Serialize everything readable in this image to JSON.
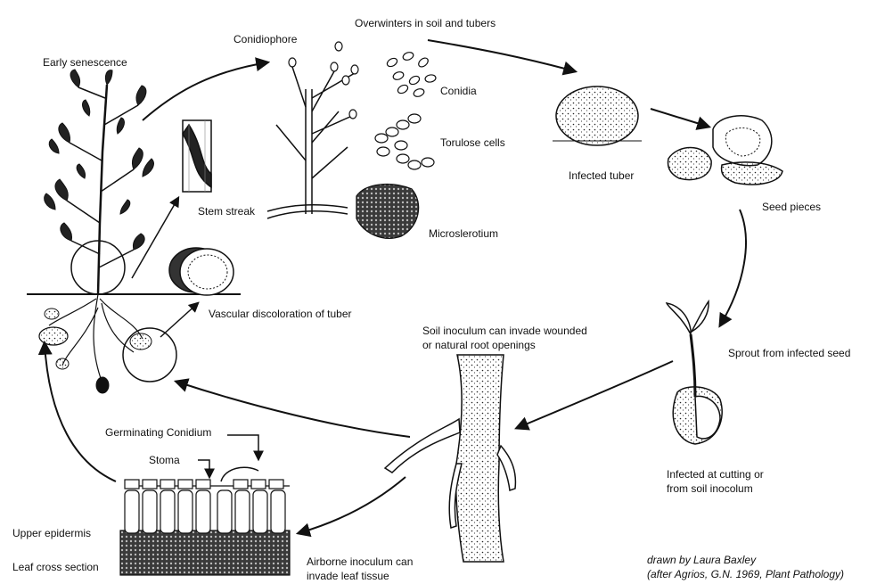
{
  "labels": {
    "early_senescence": "Early senescence",
    "conidiophore": "Conidiophore",
    "overwinters": "Overwinters in soil and tubers",
    "conidia": "Conidia",
    "torulose_cells": "Torulose cells",
    "microsclerotium": "Microslerotium",
    "stem_streak": "Stem streak",
    "infected_tuber": "Infected tuber",
    "seed_pieces": "Seed pieces",
    "vascular_discoloration": "Vascular discoloration of tuber",
    "soil_inoculum_line1": "Soil inoculum can invade wounded",
    "soil_inoculum_line2": "or natural root openings",
    "sprout": "Sprout from infected seed",
    "germinating_conidium": "Germinating Conidium",
    "stoma": "Stoma",
    "infected_cutting_line1": "Infected at cutting or",
    "infected_cutting_line2": "from soil inocolum",
    "upper_epidermis": "Upper epidermis",
    "leaf_cross_section": "Leaf cross section",
    "airborne_line1": "Airborne inoculum can",
    "airborne_line2": "invade leaf tissue"
  },
  "credit": {
    "line1": "drawn by Laura Baxley",
    "line2": "(after Agrios, G.N. 1969, Plant Pathology)"
  },
  "colors": {
    "ink": "#111111",
    "paper": "#ffffff",
    "tuber_fill": "#d9d9d9"
  }
}
